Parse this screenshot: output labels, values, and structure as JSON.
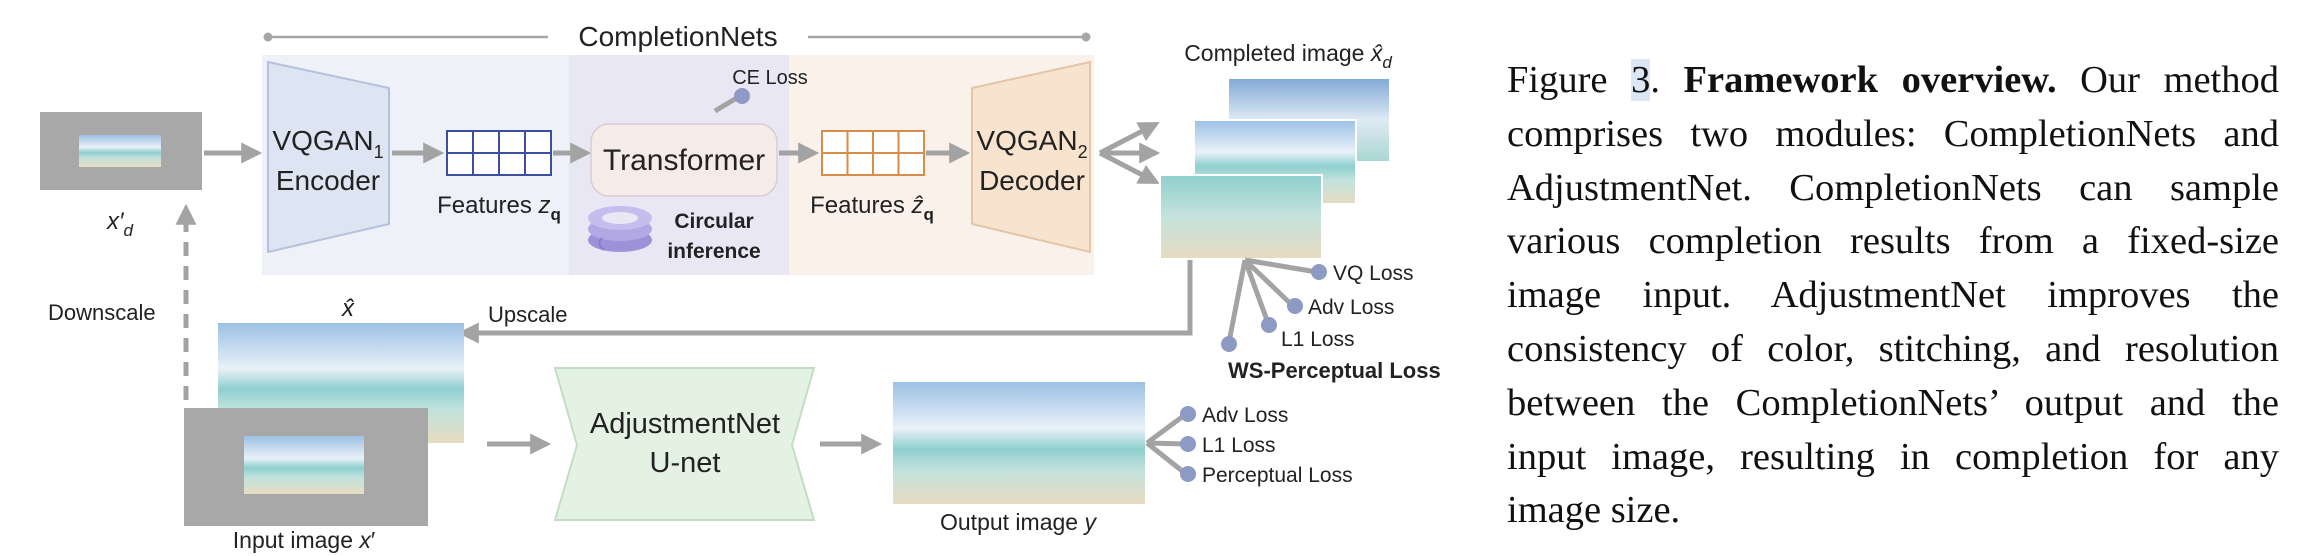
{
  "figure": {
    "top_label": "CompletionNets",
    "encoder": {
      "title_base": "VQGAN",
      "title_sub": "1",
      "subtitle": "Encoder"
    },
    "decoder": {
      "title_base": "VQGAN",
      "title_sub": "2",
      "subtitle": "Decoder"
    },
    "features_zq": {
      "prefix": "Features",
      "sym": "z",
      "sub": "q"
    },
    "features_zq_hat": {
      "prefix": "Features",
      "sym": "ẑ",
      "sub": "q"
    },
    "transformer": "Transformer",
    "ce_loss": "CE Loss",
    "circular_inference_line1": "Circular",
    "circular_inference_line2": "inference",
    "completed_image": {
      "text": "Completed image",
      "sym": "x̂",
      "sub": "d"
    },
    "xd_prime": {
      "sym": "x",
      "prime": "′",
      "sub": "d"
    },
    "downscale": "Downscale",
    "upscale": "Upscale",
    "x_hat": "x̂",
    "losses_top": [
      "VQ Loss",
      "Adv Loss",
      "L1 Loss"
    ],
    "ws_perceptual_loss": "WS-Perceptual Loss",
    "adjustment_title": "AdjustmentNet",
    "adjustment_sub": "U-net",
    "output_image": {
      "text": "Output image",
      "sym": "y"
    },
    "input_image": {
      "text": "Input image",
      "sym": "x",
      "prime": "′"
    },
    "losses_bottom": [
      "Adv Loss",
      "L1 Loss",
      "Perceptual Loss"
    ]
  },
  "caption": {
    "figure_label": "Figure",
    "figure_number": "3",
    "period": ".",
    "bold_title": "Framework overview.",
    "body": "Our method comprises two modules: CompletionNets and AdjustmentNet. CompletionNets can sample various completion results from a fixed-size image input. AdjustmentNet improves the consistency of color, stitching, and resolution between the CompletionNets’ output and the input image, resulting in completion for any image size."
  }
}
